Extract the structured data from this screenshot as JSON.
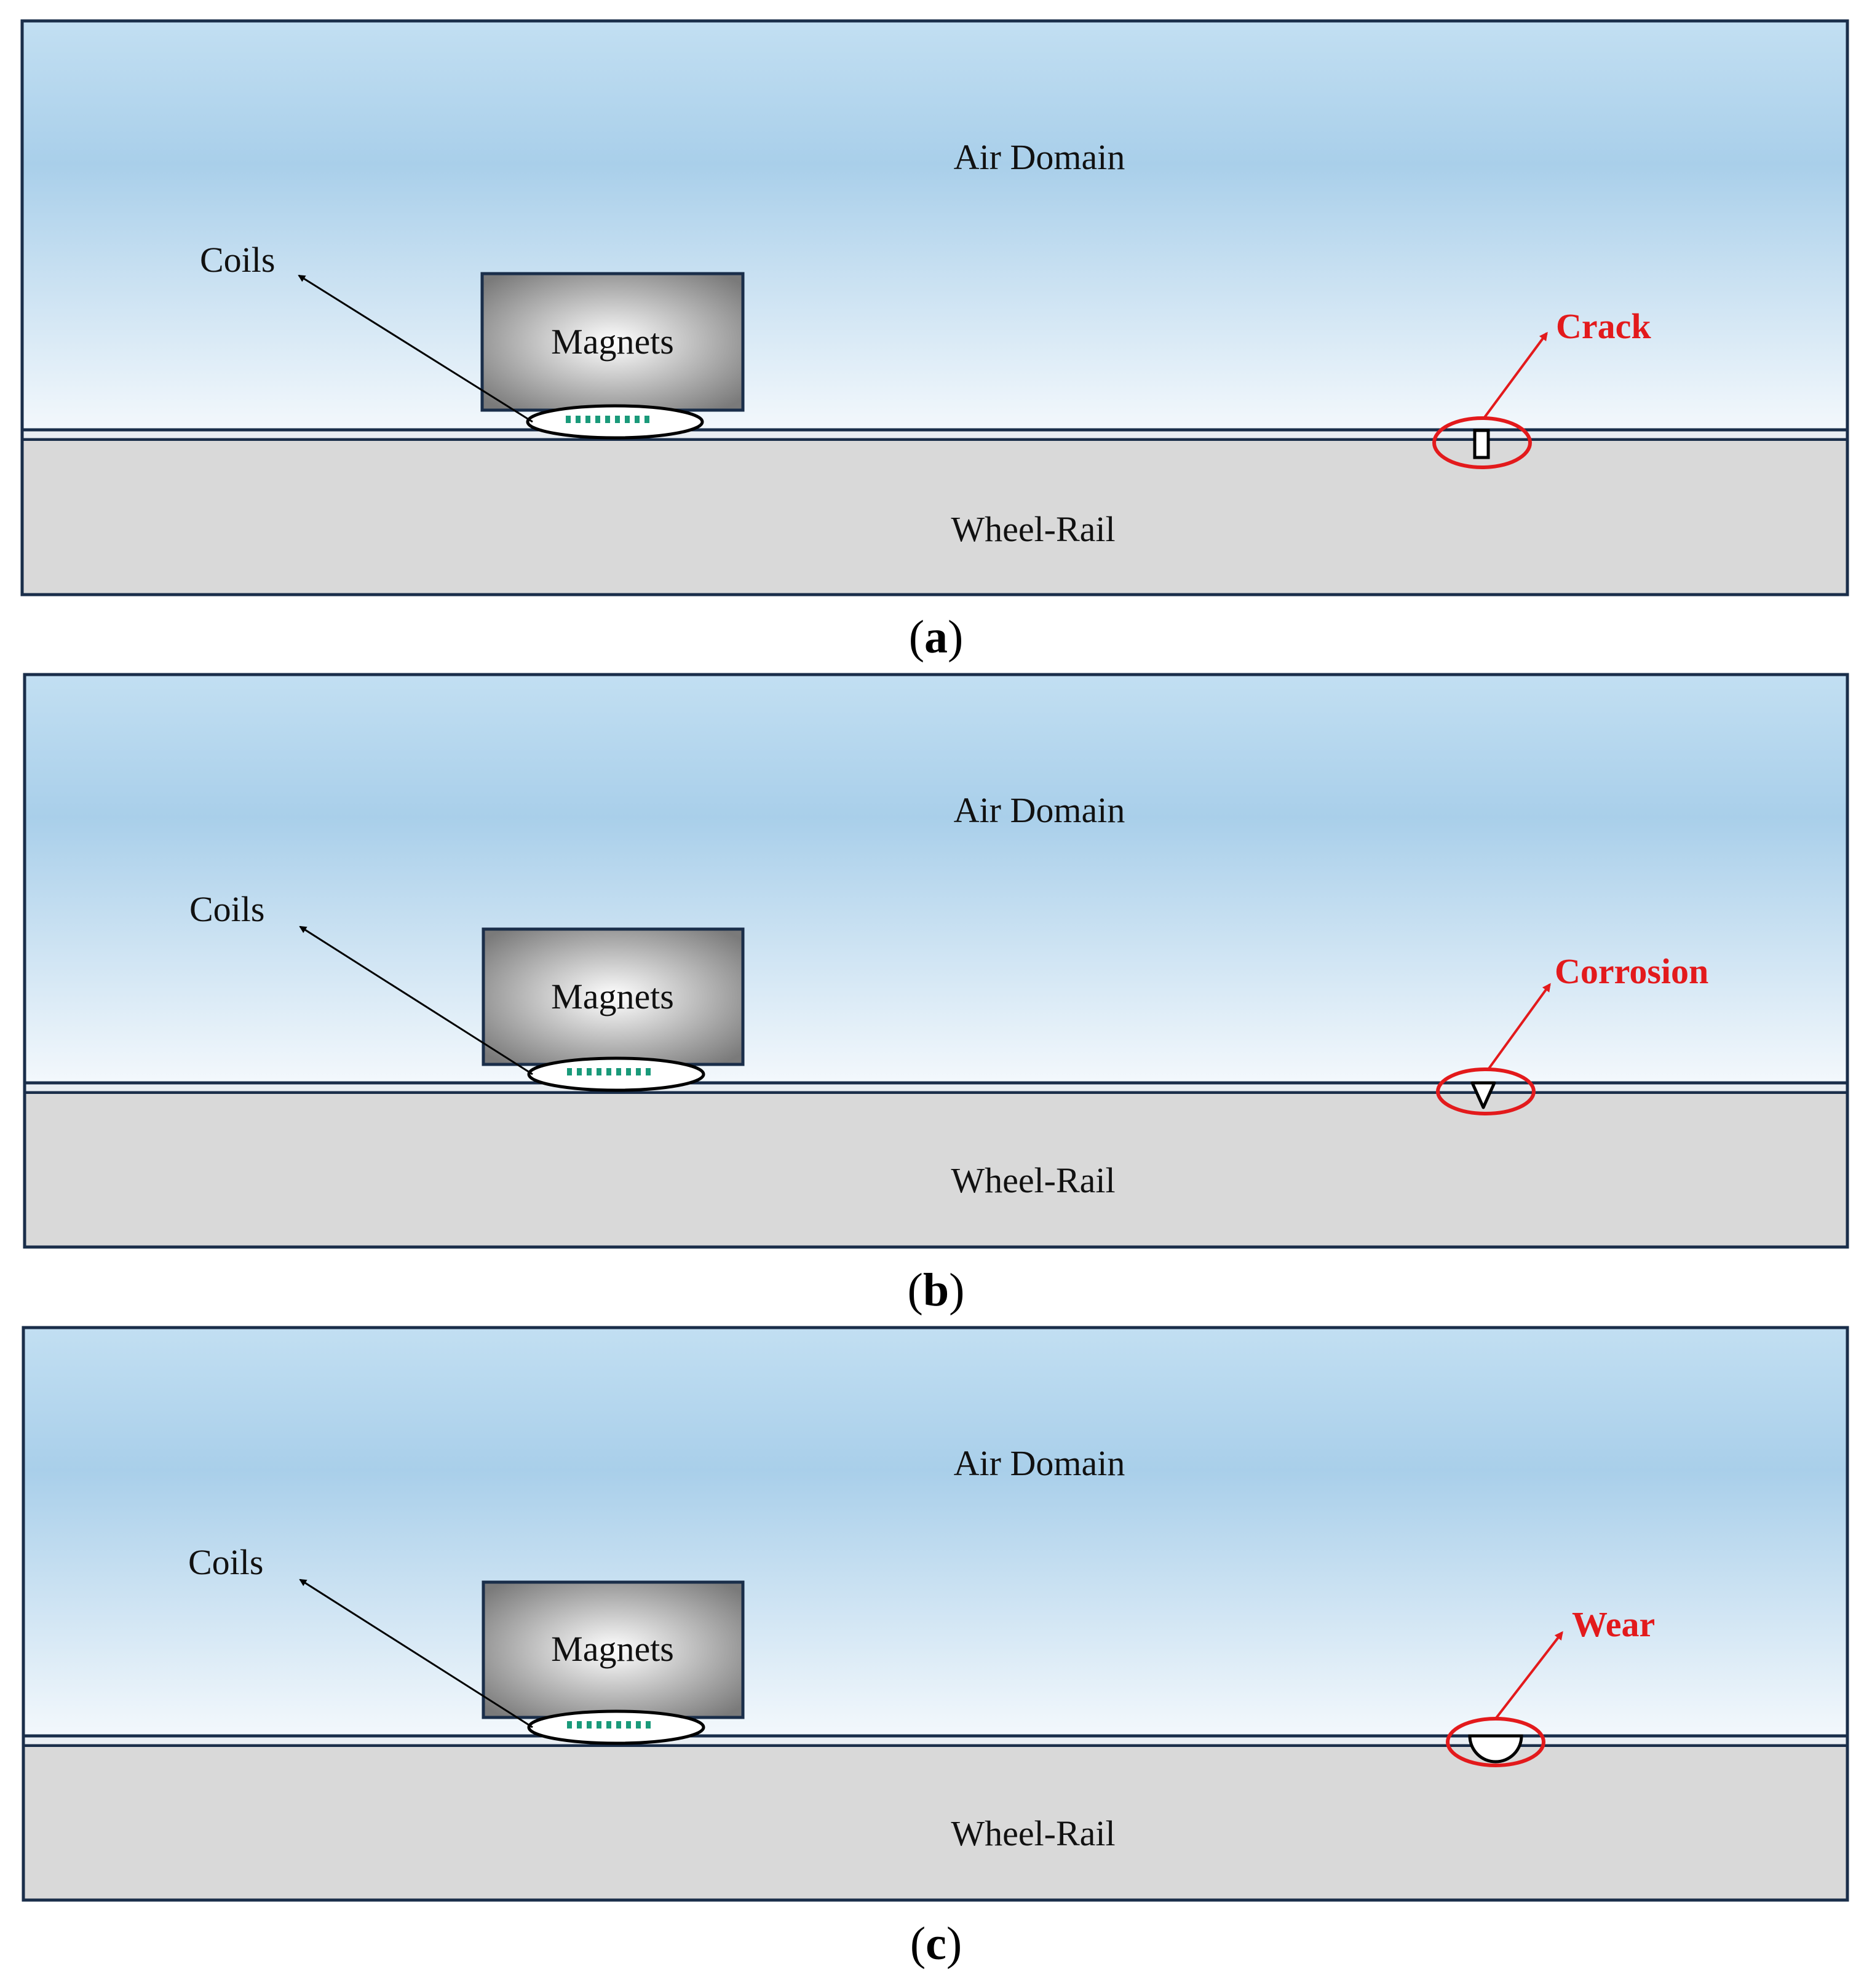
{
  "colors": {
    "air_top": "#a9cfea",
    "air_bottom": "#f3f8fc",
    "rail": "#d9d9d9",
    "frame": "#1a2e4a",
    "defect": "#e31a1c",
    "coil": "#1a9a7a"
  },
  "panels": [
    {
      "air_label": "Air Domain",
      "rail_label": "Wheel-Rail",
      "magnet_label": "Magnets",
      "coil_label": "Coils",
      "defect_label": "Crack",
      "defect_type": "crack",
      "caption_letter": "a"
    },
    {
      "air_label": "Air Domain",
      "rail_label": "Wheel-Rail",
      "magnet_label": "Magnets",
      "coil_label": "Coils",
      "defect_label": "Corrosion",
      "defect_type": "corrosion",
      "caption_letter": "b"
    },
    {
      "air_label": "Air Domain",
      "rail_label": "Wheel-Rail",
      "magnet_label": "Magnets",
      "coil_label": "Coils",
      "defect_label": "Wear",
      "defect_type": "wear",
      "caption_letter": "c"
    }
  ]
}
